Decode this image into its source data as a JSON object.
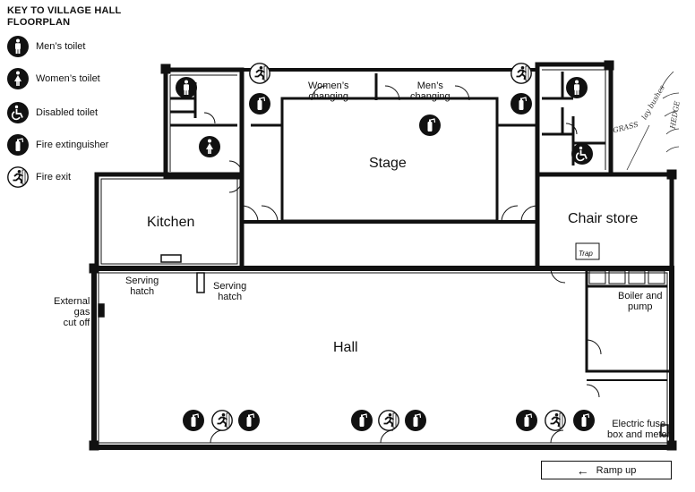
{
  "key": {
    "title_line1": "KEY TO VILLAGE HALL",
    "title_line2": "FLOORPLAN",
    "items": [
      {
        "icon": "mens-toilet-icon",
        "label": "Men’s toilet"
      },
      {
        "icon": "womens-toilet-icon",
        "label": "Women’s toilet"
      },
      {
        "icon": "disabled-toilet-icon",
        "label": "Disabled toilet"
      },
      {
        "icon": "fire-extinguisher-icon",
        "label": "Fire extinguisher"
      },
      {
        "icon": "fire-exit-icon",
        "label": "Fire exit"
      }
    ]
  },
  "rooms": {
    "womens_changing": "Women’s\nchanging",
    "mens_changing": "Men’s\nchanging",
    "stage": "Stage",
    "kitchen": "Kitchen",
    "chair_store": "Chair store",
    "hall": "Hall",
    "serving_hatch_1": "Serving\nhatch",
    "serving_hatch_2": "Serving\nhatch",
    "external_gas": "External\ngas\ncut off",
    "boiler": "Boiler and\npump",
    "electric_fuse": "Electric fuse\nbox and meter",
    "ramp": "Ramp up",
    "trap": "Trap"
  },
  "annotations": {
    "grass": "GRASS",
    "hedge": "HEDGE",
    "lay_bushes": "lay bushes"
  },
  "colors": {
    "ink": "#111111",
    "paper": "#ffffff"
  }
}
